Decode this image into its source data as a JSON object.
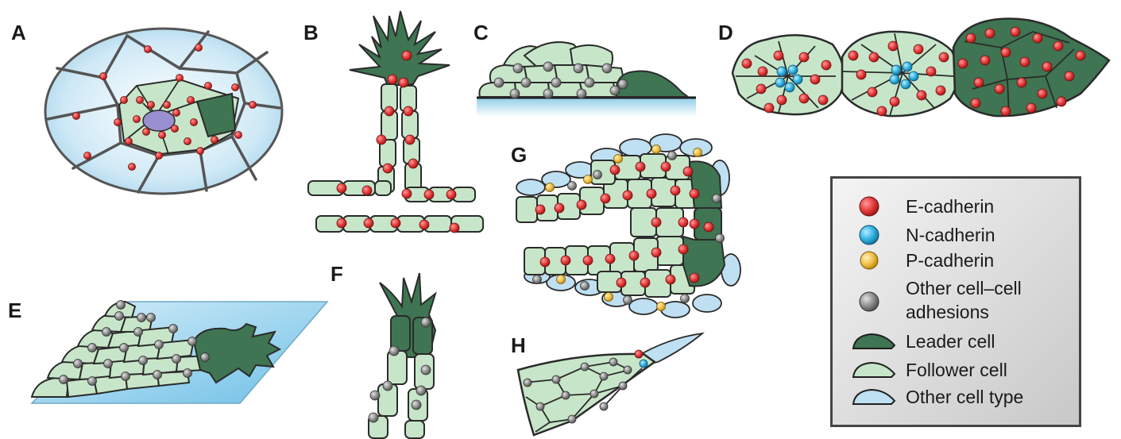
{
  "panels": {
    "a": "A",
    "b": "B",
    "c": "C",
    "d": "D",
    "e": "E",
    "f": "F",
    "g": "G",
    "h": "H"
  },
  "legend": {
    "items": [
      {
        "label": "E-cadherin",
        "color": "#e53b3b"
      },
      {
        "label": "N-cadherin",
        "color": "#32b3e3"
      },
      {
        "label": "P-cadherin",
        "color": "#f2c04a"
      },
      {
        "label": "Other cell–cell",
        "label_2": "adhesions",
        "color": "#8f8f8f"
      },
      {
        "label": "Leader cell",
        "color": "#3f7552"
      },
      {
        "label": "Follower cell",
        "color": "#c7e6c9"
      },
      {
        "label": "Other cell type",
        "color": "#bfe0f2"
      }
    ]
  },
  "colors": {
    "follower": "#c7e6c9",
    "leader": "#3f7552",
    "other_cell": "#bfe0f2",
    "outline": "#2b2b2b"
  }
}
